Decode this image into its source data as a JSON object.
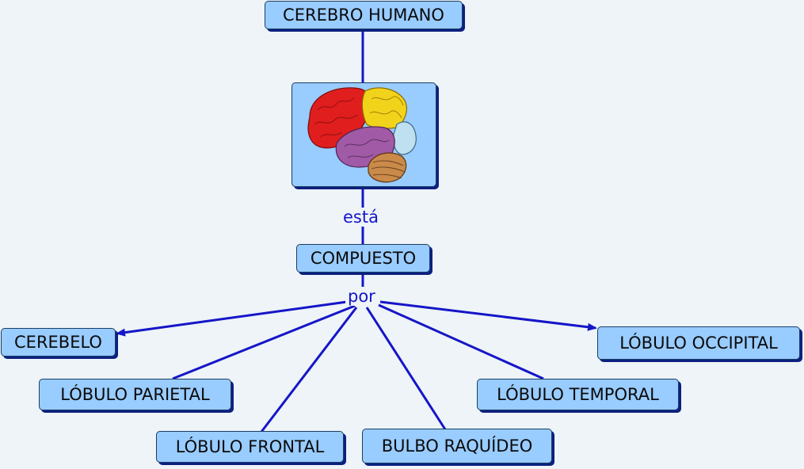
{
  "nodes": {
    "root": "CEREBRO HUMANO",
    "compuesto": "COMPUESTO",
    "cerebelo": "CEREBELO",
    "parietal": "LÓBULO PARIETAL",
    "frontal": "LÓBULO FRONTAL",
    "bulbo": "BULBO RAQUÍDEO",
    "temporal": "LÓBULO TEMPORAL",
    "occipital": "LÓBULO OCCIPITAL"
  },
  "link_labels": {
    "esta": "está",
    "por": "por"
  },
  "colors": {
    "node_fill": "#99ccff",
    "line": "#1515c8",
    "background": "#eef4f7"
  },
  "image": {
    "subject": "brain-illustration"
  }
}
